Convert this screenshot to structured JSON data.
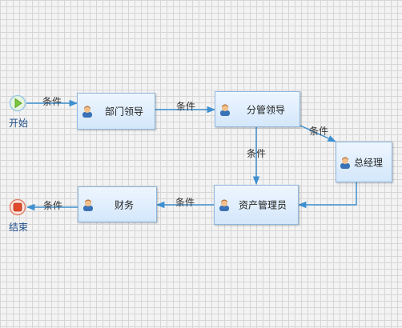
{
  "events": {
    "start": {
      "label": "开始"
    },
    "end": {
      "label": "结束"
    }
  },
  "nodes": {
    "dept_leader": {
      "label": "部门领导",
      "icon": "user-icon"
    },
    "branch_leader": {
      "label": "分管领导",
      "icon": "user-icon"
    },
    "general_manager": {
      "label": "总经理",
      "icon": "user-icon"
    },
    "asset_manager": {
      "label": "资产管理员",
      "icon": "user-icon"
    },
    "finance": {
      "label": "财务",
      "icon": "user-icon"
    }
  },
  "edges": {
    "e1": {
      "label": "条件"
    },
    "e2": {
      "label": "条件"
    },
    "e3": {
      "label": "条件"
    },
    "e4": {
      "label": "条件"
    },
    "e5": {
      "label": "条件"
    },
    "e6": {
      "label": "条件"
    }
  },
  "colors": {
    "edge": "#3d8fd0",
    "node_border": "#8fb6dd",
    "start": "#7cc63c",
    "end": "#e04a2a"
  }
}
